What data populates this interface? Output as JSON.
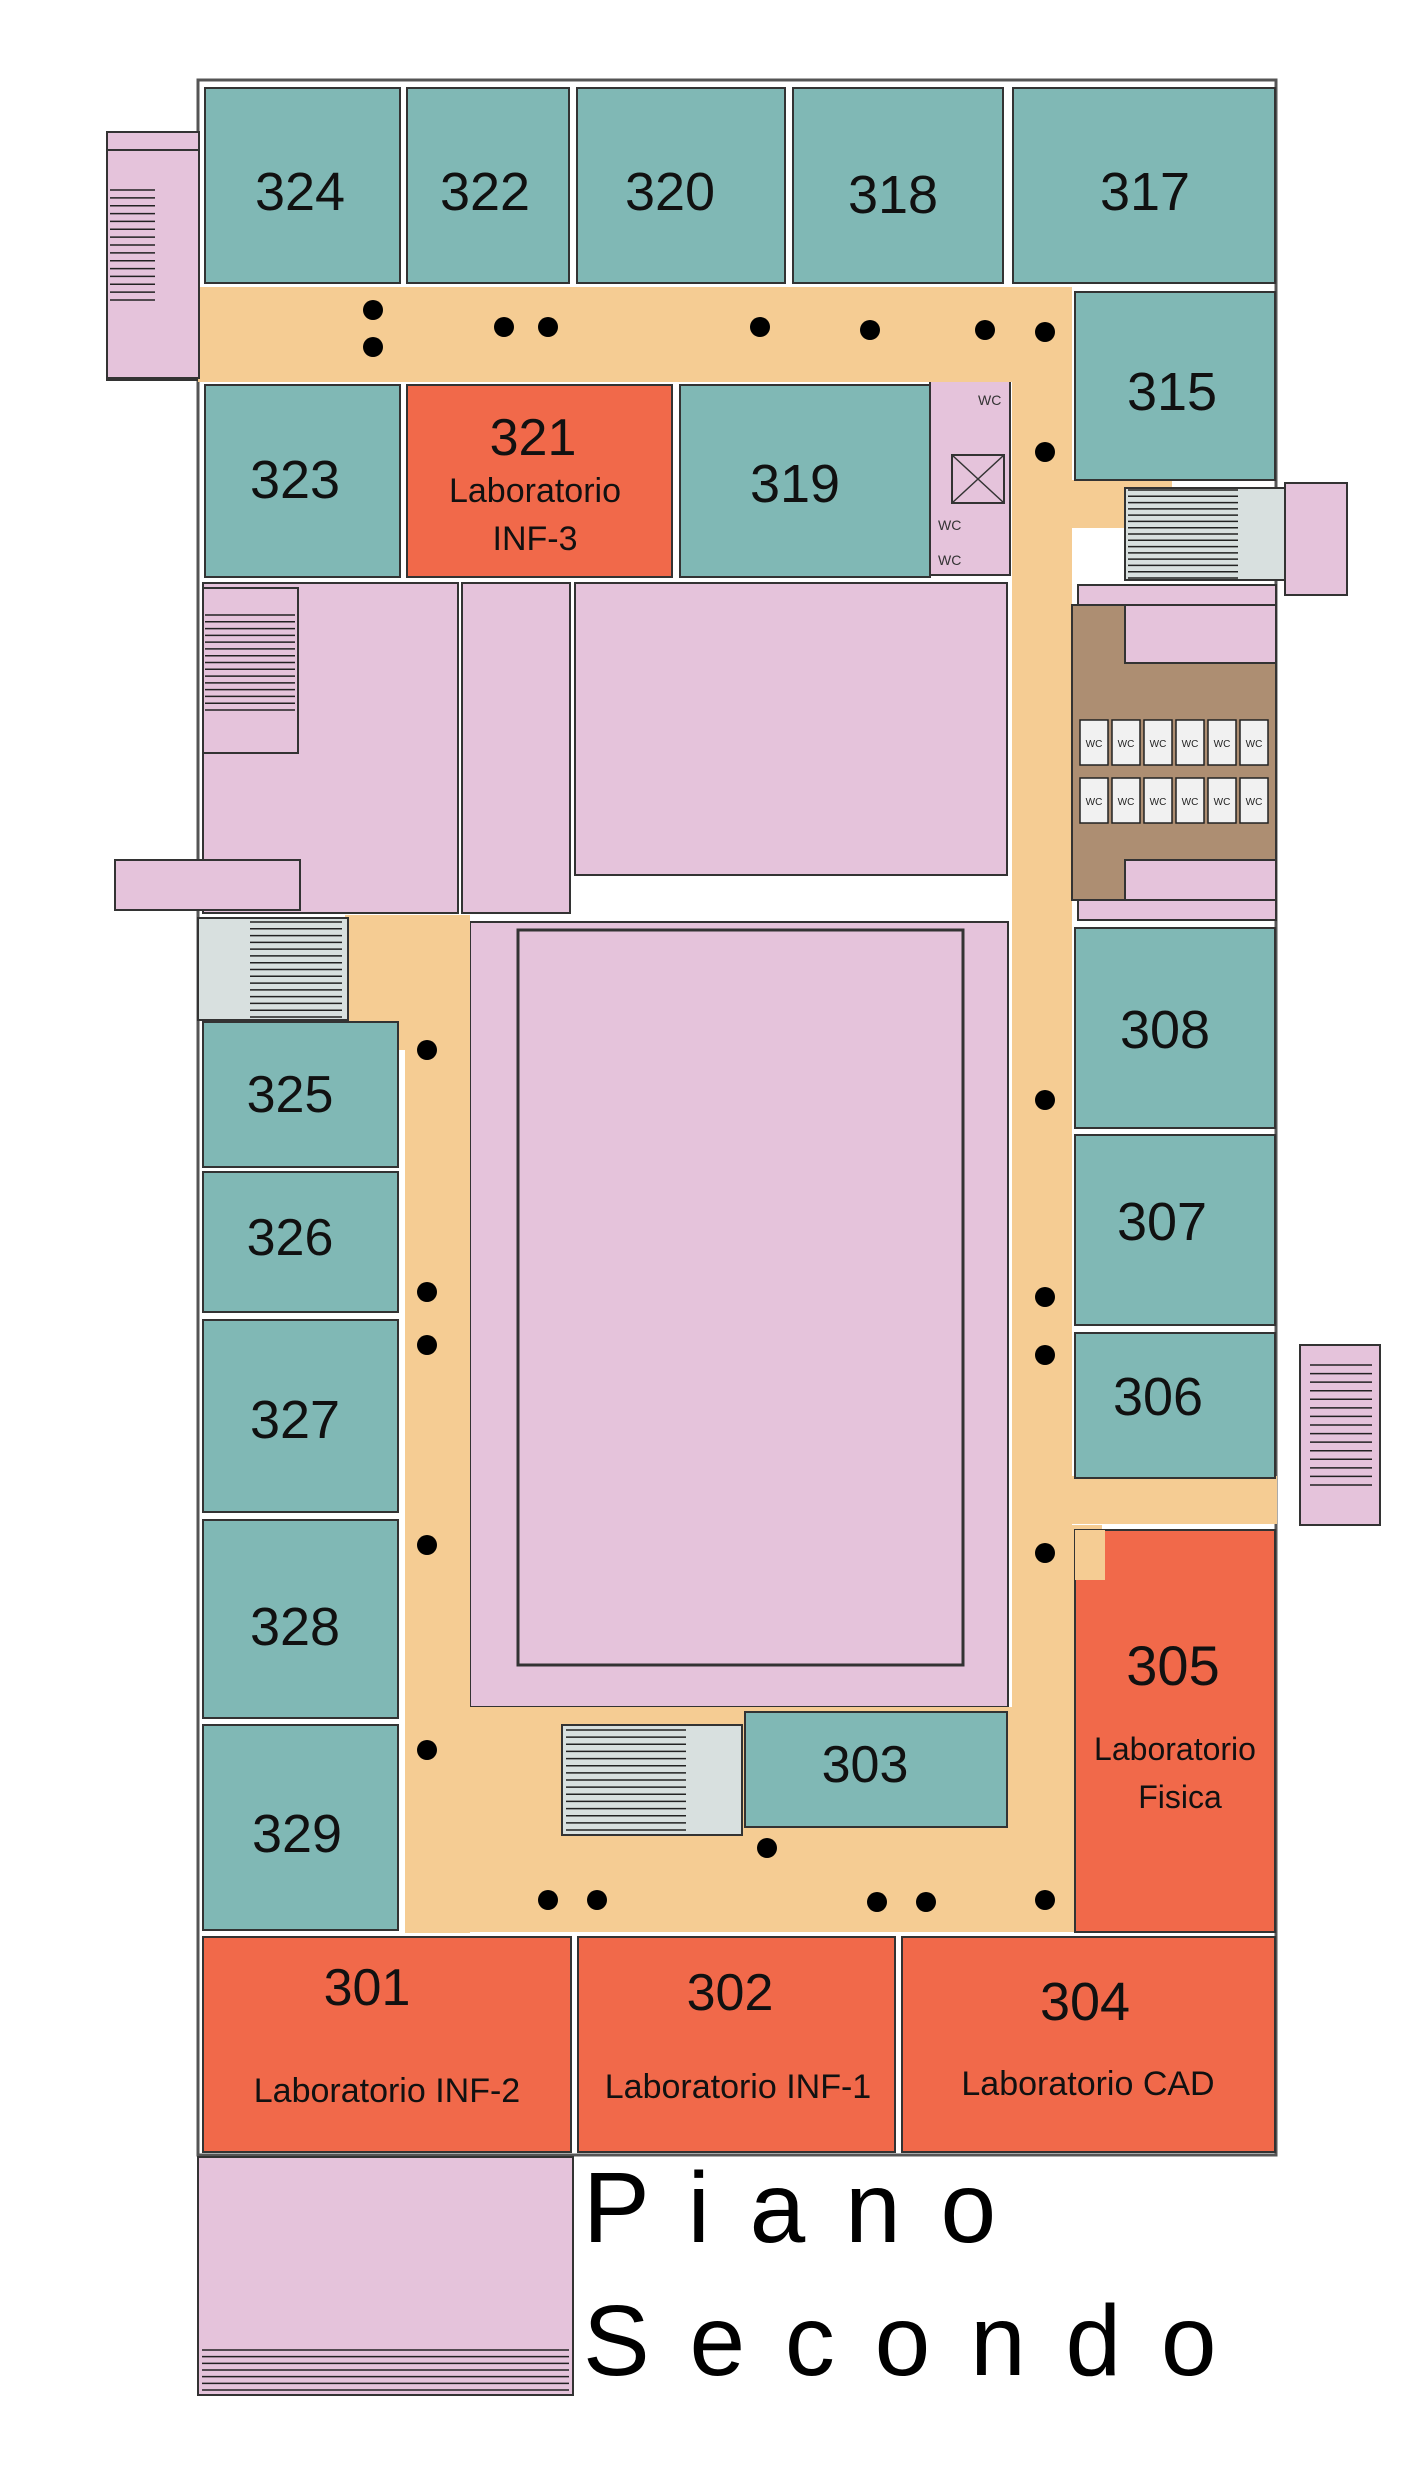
{
  "title": {
    "line1": "P i a n o",
    "line2": "S e c o n d o"
  },
  "colors": {
    "office": "#80b8b5",
    "lab": "#f1694a",
    "corridor": "#f5cc93",
    "service": "#e5c3db",
    "restroom": "#ad8e72",
    "stairs": "#d8e0df",
    "column": "#000000"
  },
  "restroom_label": "WC",
  "rooms": [
    {
      "id": "324",
      "number": "324",
      "type": "office"
    },
    {
      "id": "322",
      "number": "322",
      "type": "office"
    },
    {
      "id": "320",
      "number": "320",
      "type": "office"
    },
    {
      "id": "318",
      "number": "318",
      "type": "office"
    },
    {
      "id": "317",
      "number": "317",
      "type": "office"
    },
    {
      "id": "315",
      "number": "315",
      "type": "office"
    },
    {
      "id": "323",
      "number": "323",
      "type": "office"
    },
    {
      "id": "321",
      "number": "321",
      "type": "lab",
      "name_line1": "Laboratorio",
      "name_line2": "INF-3"
    },
    {
      "id": "319",
      "number": "319",
      "type": "office"
    },
    {
      "id": "308",
      "number": "308",
      "type": "office"
    },
    {
      "id": "307",
      "number": "307",
      "type": "office"
    },
    {
      "id": "306",
      "number": "306",
      "type": "office"
    },
    {
      "id": "305",
      "number": "305",
      "type": "lab",
      "name_line1": "Laboratorio",
      "name_line2": "Fisica"
    },
    {
      "id": "303",
      "number": "303",
      "type": "office"
    },
    {
      "id": "325",
      "number": "325",
      "type": "office"
    },
    {
      "id": "326",
      "number": "326",
      "type": "office"
    },
    {
      "id": "327",
      "number": "327",
      "type": "office"
    },
    {
      "id": "328",
      "number": "328",
      "type": "office"
    },
    {
      "id": "329",
      "number": "329",
      "type": "office"
    },
    {
      "id": "301",
      "number": "301",
      "type": "lab",
      "name_line1": "Laboratorio INF-2"
    },
    {
      "id": "302",
      "number": "302",
      "type": "lab",
      "name_line1": "Laboratorio INF-1"
    },
    {
      "id": "304",
      "number": "304",
      "type": "lab",
      "name_line1": "Laboratorio CAD"
    }
  ]
}
